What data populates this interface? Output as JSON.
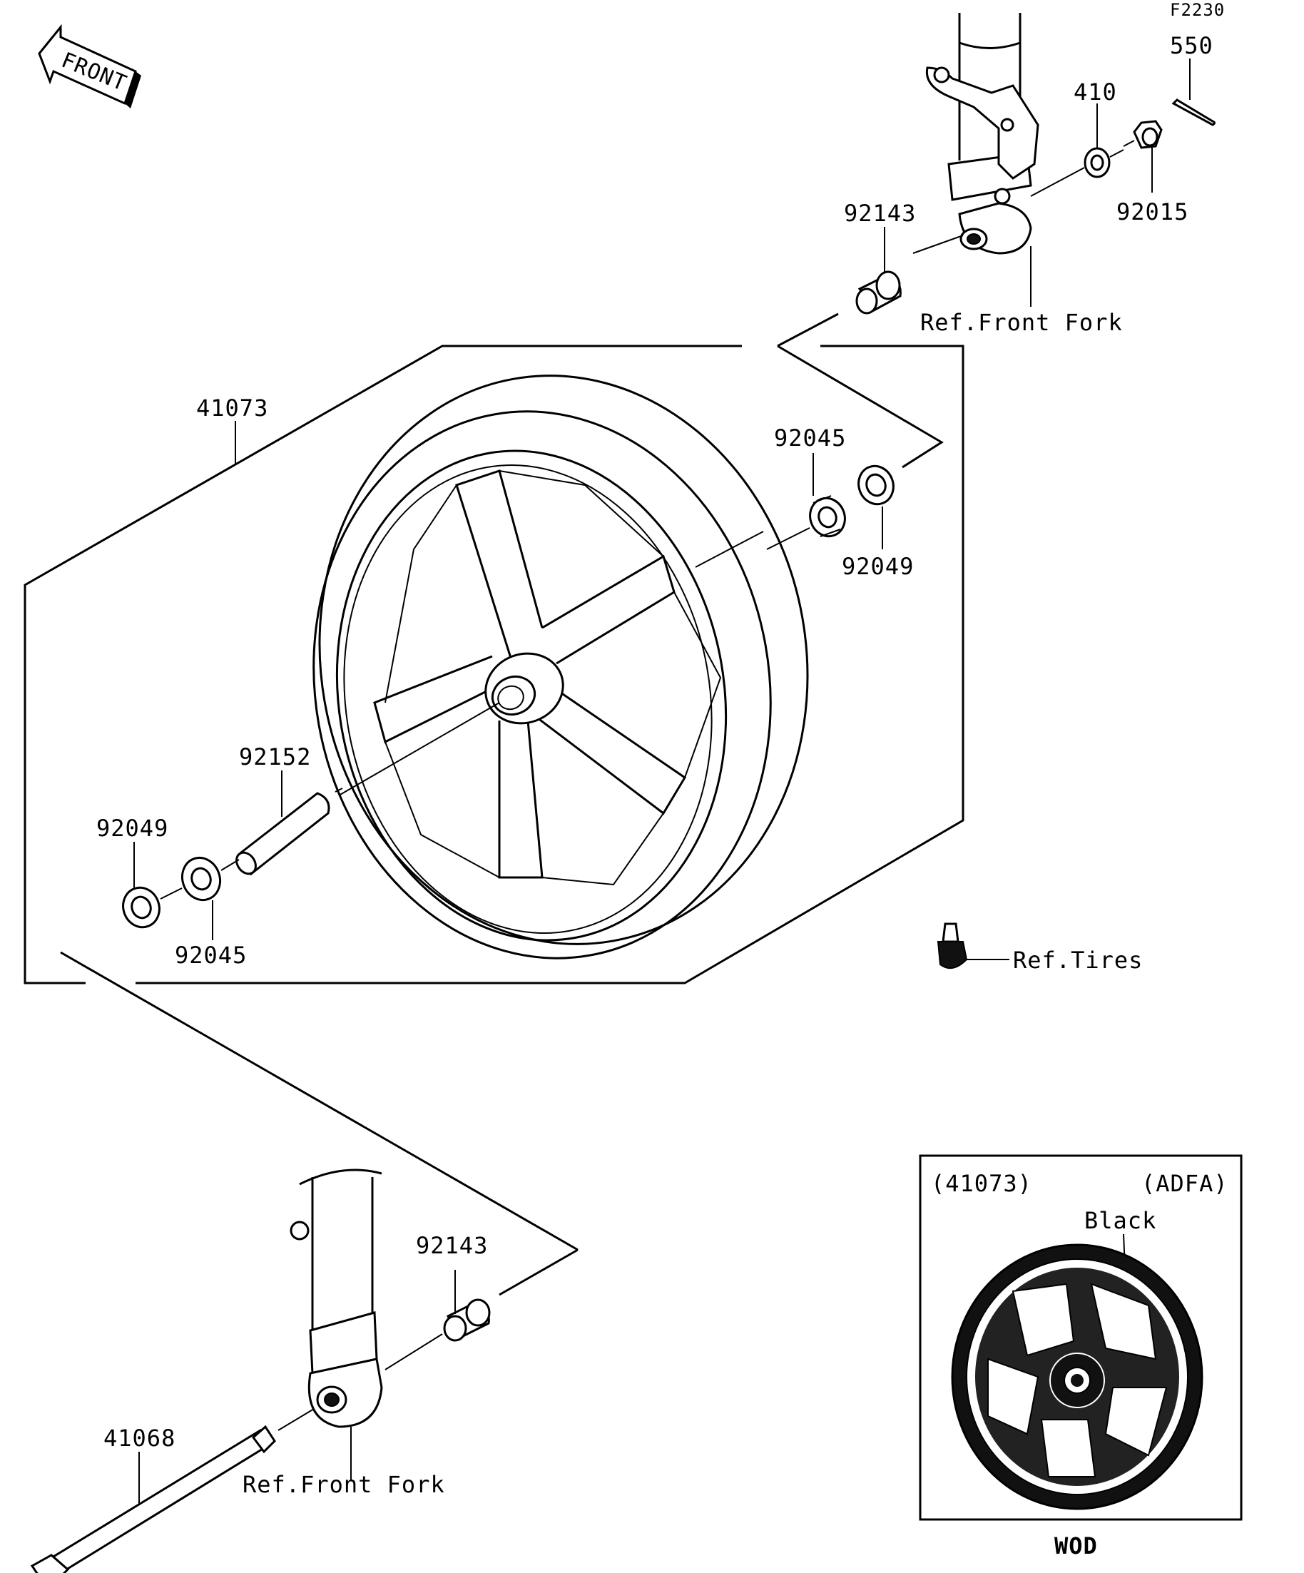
{
  "figure_code": "F2230",
  "front_label": "FRONT",
  "parts": {
    "p550": "550",
    "p410": "410",
    "p92015": "92015",
    "p92143_top": "92143",
    "ref_front_fork_top": "Ref.Front Fork",
    "p41073": "41073",
    "p92045_right": "92045",
    "p92049_right": "92049",
    "p92152": "92152",
    "p92049_left": "92049",
    "p92045_left": "92045",
    "ref_tires": "Ref.Tires",
    "p92143_bottom": "92143",
    "p41068": "41068",
    "ref_front_fork_bottom": "Ref.Front Fork"
  },
  "inset": {
    "part_number": "(41073)",
    "variant": "(ADFA)",
    "color": "Black",
    "code": "WOD"
  }
}
